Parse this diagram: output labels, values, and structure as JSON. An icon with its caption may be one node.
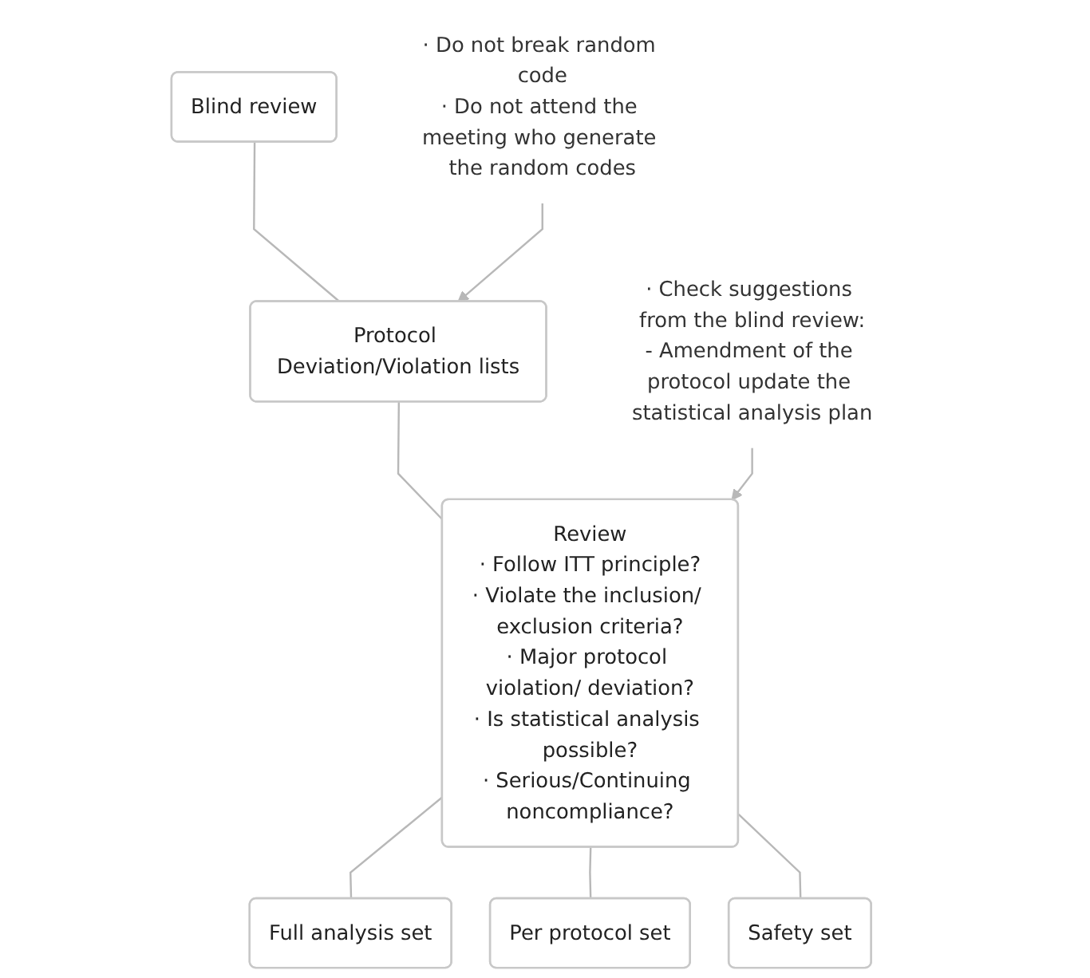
{
  "diagram": {
    "nodes": [
      {
        "text": [
          "Blind review"
        ]
      },
      {
        "text": [
          "Protocol Deviation/Violation lists"
        ]
      },
      {
        "text": [
          "· Do not break random code",
          "· Do not attend the meeting who generate the random codes"
        ]
      },
      {
        "text": [
          "Review",
          "· Follow ITT principle?",
          "· Violate the inclusion/ exclusion criteria?",
          "· Major protocol violation/ deviation?",
          "· Is statistical analysis possible?",
          "· Serious/Continuing noncompliance?"
        ]
      },
      {
        "text": [
          "· Check suggestions from the blind review:",
          "- Amendment of the protocol update the statistical analysis plan"
        ]
      },
      {
        "text": [
          "Full analysis set"
        ]
      },
      {
        "text": [
          "Per protocol set"
        ]
      },
      {
        "text": [
          "Safety set"
        ]
      }
    ],
    "edges": [
      {
        "from": 0,
        "to": 1,
        "arrow": "none"
      },
      {
        "from": 2,
        "to": 1,
        "arrow": "to"
      },
      {
        "from": 1,
        "to": 3,
        "arrow": "none"
      },
      {
        "from": 4,
        "to": 3,
        "arrow": "to"
      },
      {
        "from": 3,
        "to": 5,
        "arrow": "none"
      },
      {
        "from": 3,
        "to": 6,
        "arrow": "none"
      },
      {
        "from": 3,
        "to": 7,
        "arrow": "none"
      }
    ]
  }
}
